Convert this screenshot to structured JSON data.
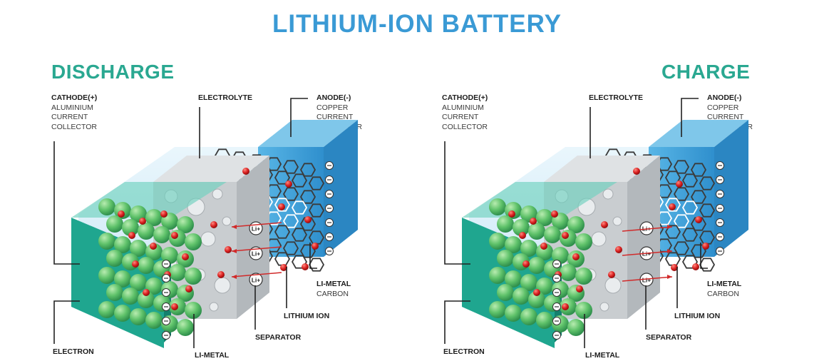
{
  "title": "LITHIUM-ION BATTERY",
  "colors": {
    "title": "#3a9ad5",
    "mode_title": "#2aa891",
    "cathode": "#1fa68f",
    "anode": "#3aa0d8",
    "separator": "#c9cdd0",
    "lithium_ion": "#d91f1f",
    "electrolyte": "#cfe9f6",
    "sphere": "#5fc26a"
  },
  "panels": [
    {
      "mode": "DISCHARGE",
      "direction": "to-cathode",
      "cathode": {
        "title": "CATHODE(+)",
        "lines": [
          "ALUMINIUM",
          "CURRENT",
          "COLLECTOR"
        ]
      },
      "electrolyte": "ELECTROLYTE",
      "anode": {
        "title": "ANODE(-)",
        "lines": [
          "COPPER",
          "CURRENT",
          "COLLECTOR"
        ]
      },
      "li_metal_carbon": {
        "title": "LI-METAL",
        "lines": [
          "CARBON"
        ]
      },
      "lithium_ion": "LITHIUM ION",
      "separator": "SEPARATOR",
      "electron": "ELECTRON",
      "li_metal_bottom": "LI-METAL",
      "ion_symbol": "Li+"
    },
    {
      "mode": "CHARGE",
      "direction": "to-anode",
      "cathode": {
        "title": "CATHODE(+)",
        "lines": [
          "ALUMINIUM",
          "CURRENT",
          "COLLECTOR"
        ]
      },
      "electrolyte": "ELECTROLYTE",
      "anode": {
        "title": "ANODE(-)",
        "lines": [
          "COPPER",
          "CURRENT",
          "COLLECTOR"
        ]
      },
      "li_metal_carbon": {
        "title": "LI-METAL",
        "lines": [
          "CARBON"
        ]
      },
      "lithium_ion": "LITHIUM ION",
      "separator": "SEPARATOR",
      "electron": "ELECTRON",
      "li_metal_bottom": "LI-METAL",
      "ion_symbol": "Li+"
    }
  ]
}
